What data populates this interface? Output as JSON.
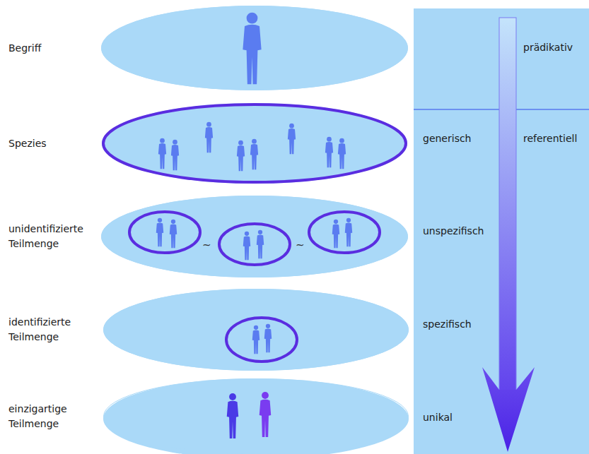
{
  "diagram": {
    "nodes": [
      {
        "text": [
          "Begriff"
        ]
      },
      {
        "text": [
          "Spezies"
        ]
      },
      {
        "text": [
          "unidentifizierte Teilmenge"
        ]
      },
      {
        "text": [
          "identifizierte Teilmenge"
        ]
      },
      {
        "text": [
          "einzigartige Teilmenge"
        ]
      },
      {
        "text": [
          "prädikativ",
          "generisch",
          "referentiell",
          "unspezifisch",
          "spezifisch",
          "unikal"
        ]
      }
    ],
    "labels": [
      "~",
      "~"
    ]
  }
}
